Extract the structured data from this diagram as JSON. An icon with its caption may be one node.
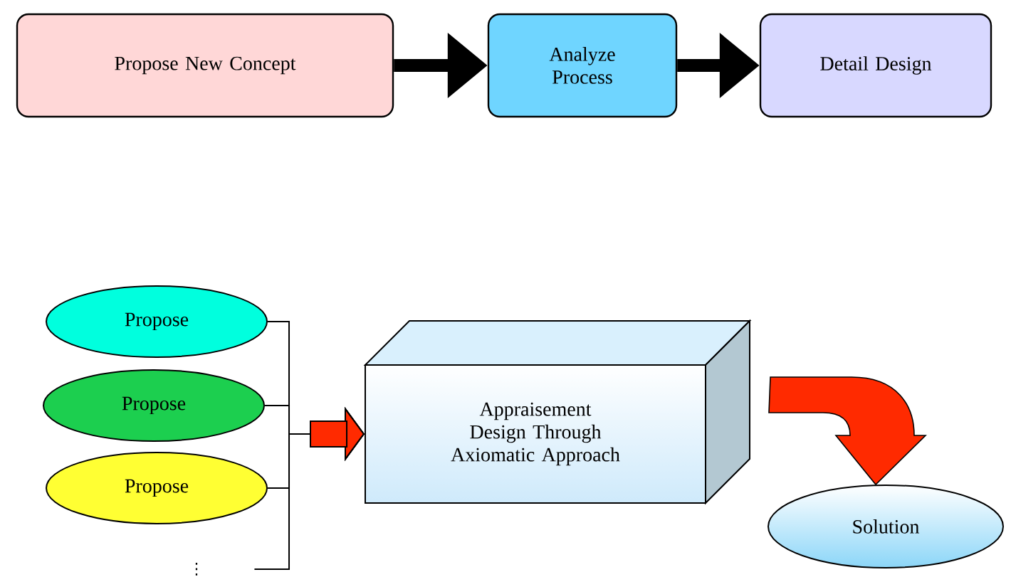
{
  "diagram": {
    "nodes": [
      {
        "text": [
          "Propose New Concept"
        ]
      },
      {
        "text": [
          "Analyze Process"
        ]
      },
      {
        "text": [
          "Detail Design"
        ]
      },
      {
        "text": [
          "Propose"
        ]
      },
      {
        "text": [
          "Propose"
        ]
      },
      {
        "text": [
          "Propose"
        ]
      },
      {
        "text": [
          "⋮"
        ]
      },
      {
        "text": [
          "Appraisement Design Through Axiomatic Approach"
        ]
      },
      {
        "text": [
          "Solution"
        ]
      }
    ],
    "edges": [
      {
        "from": 0,
        "to": 1,
        "arrow": "to",
        "style": "thick"
      },
      {
        "from": 1,
        "to": 2,
        "arrow": "to",
        "style": "thick"
      },
      {
        "from": 3,
        "to": 7,
        "arrow": "to"
      },
      {
        "from": 4,
        "to": 7,
        "arrow": "to"
      },
      {
        "from": 5,
        "to": 7,
        "arrow": "to"
      },
      {
        "from": 6,
        "to": 7,
        "arrow": "to"
      },
      {
        "from": 7,
        "to": 8,
        "arrow": "to"
      }
    ]
  }
}
